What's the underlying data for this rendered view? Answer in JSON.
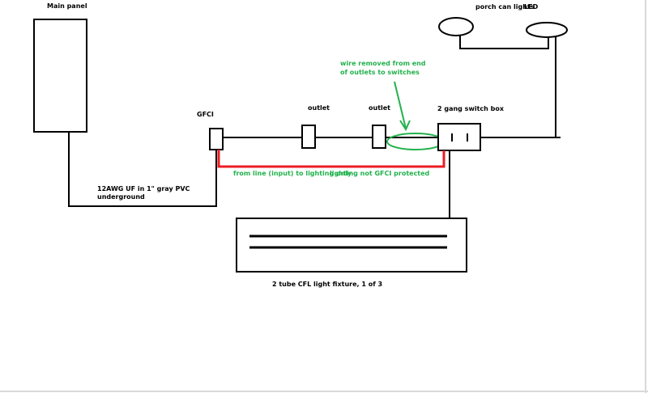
{
  "labels": {
    "main_panel": "Main panel",
    "porch_lights": "porch can lights",
    "led": "LED",
    "gfci": "GFCI",
    "outlet_1": "outlet",
    "outlet_2": "outlet",
    "switch_box": "2 gang switch box",
    "wire_note_line1": "wire removed from end",
    "wire_note_line2": "of outlets to switches",
    "cable_line1": "12AWG UF in 1\" gray PVC",
    "cable_line2": "underground",
    "from_line": "from line (input) to lighting only",
    "not_protected": "lighting not GFCI protected",
    "fixture": "2 tube CFL light fixture, 1 of 3"
  },
  "colors": {
    "wire": "#000000",
    "lighting_feed": "#ed1c24",
    "annotation": "#22b14c"
  }
}
